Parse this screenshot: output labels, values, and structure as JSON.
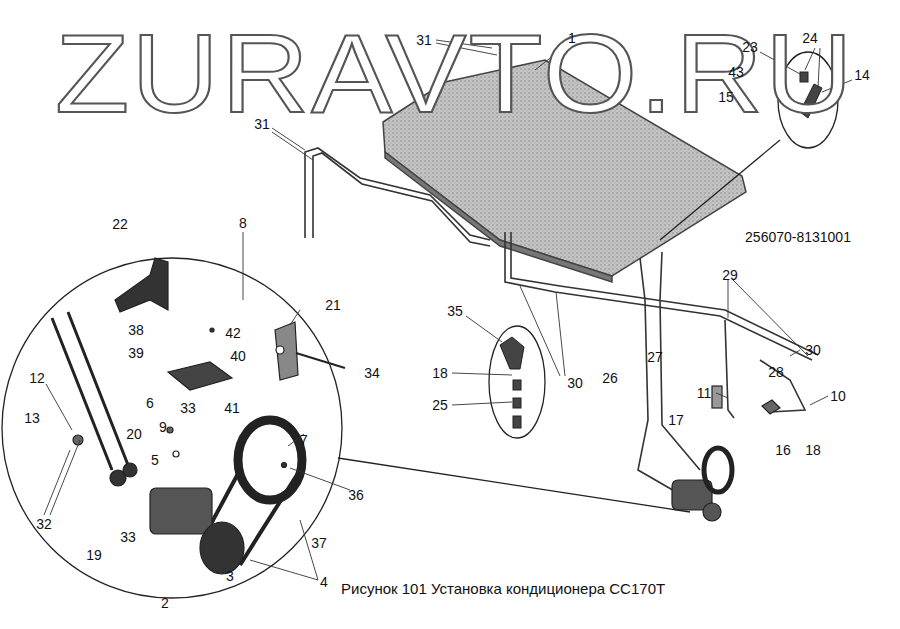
{
  "diagram": {
    "caption": "Рисунок 101 Установка кондиционера СС170Т",
    "labels": [
      "ZURAVTO.RU",
      "31",
      "1",
      "23",
      "24",
      "43",
      "14",
      "15",
      "31",
      "256070-8131001",
      "22",
      "8",
      "21",
      "29",
      "35",
      "38",
      "42",
      "39",
      "40",
      "34",
      "18",
      "30",
      "30",
      "27",
      "26",
      "11",
      "28",
      "10",
      "6",
      "41",
      "25",
      "12",
      "33",
      "9",
      "13",
      "20",
      "17",
      "16",
      "18",
      "7",
      "5",
      "36",
      "33",
      "37",
      "32",
      "19",
      "2",
      "3",
      "4"
    ]
  }
}
